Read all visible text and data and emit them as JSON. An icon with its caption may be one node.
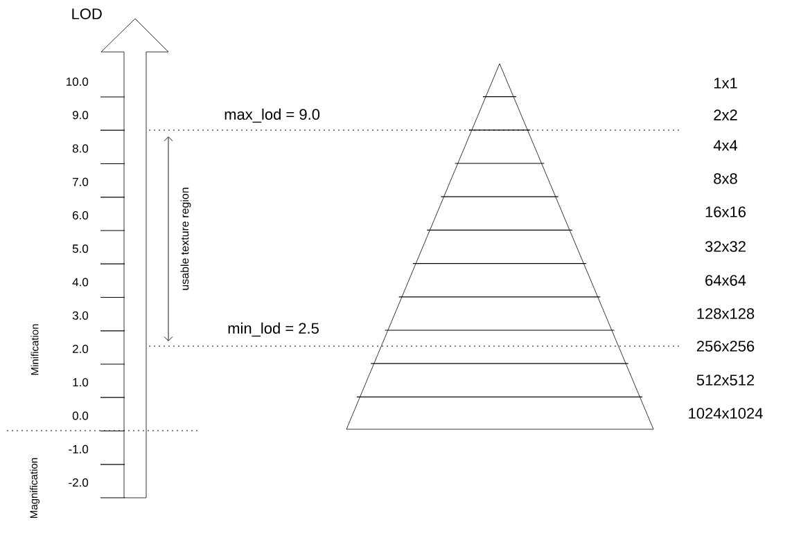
{
  "diagram": {
    "labels": [
      "LOD",
      "10.0",
      "9.0",
      "8.0",
      "7.0",
      "6.0",
      "5.0",
      "4.0",
      "3.0",
      "2.0",
      "1.0",
      "0.0",
      "-1.0",
      "-2.0",
      "max_lod = 9.0",
      "min_lod = 2.5",
      "usable texture region",
      "1x1",
      "2x2",
      "4x4",
      "8x8",
      "16x16",
      "32x32",
      "64x64",
      "128x128",
      "256x256",
      "512x512",
      "1024x1024",
      "Minification",
      "Magnification"
    ]
  }
}
